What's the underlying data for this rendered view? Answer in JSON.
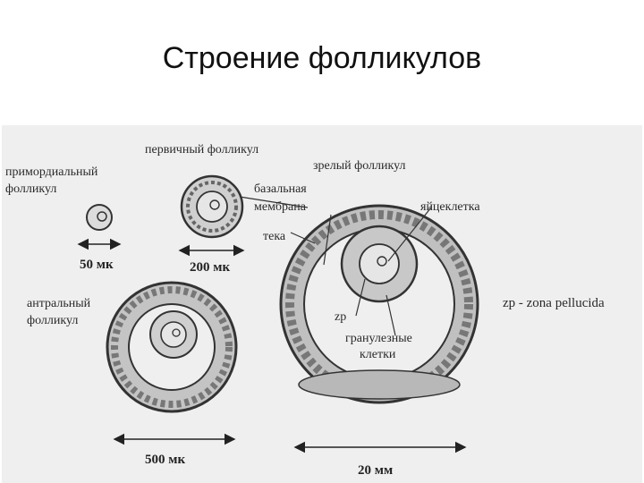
{
  "title": "Строение фолликулов",
  "labels": {
    "primordial_line1": "примордиальный",
    "primordial_line2": "фолликул",
    "primary": "первичный фолликул",
    "basal_line1": "базальная",
    "basal_line2": "мембрана",
    "theca": "тека",
    "mature": "зрелый фолликул",
    "oocyte": "яйцеклетка",
    "antral_line1": "антральный",
    "antral_line2": "фолликул",
    "zp": "zp",
    "zp_legend": "zp - zona pellucida",
    "granulosa_line1": "гранулезные",
    "granulosa_line2": "клетки"
  },
  "dimensions": {
    "primordial": "50 мк",
    "primary": "200 мк",
    "antral": "500 мк",
    "mature": "20 мм"
  },
  "colors": {
    "ink": "#3a3a3a",
    "cell_fill": "#c9c9c9",
    "plate": "#efefef"
  }
}
